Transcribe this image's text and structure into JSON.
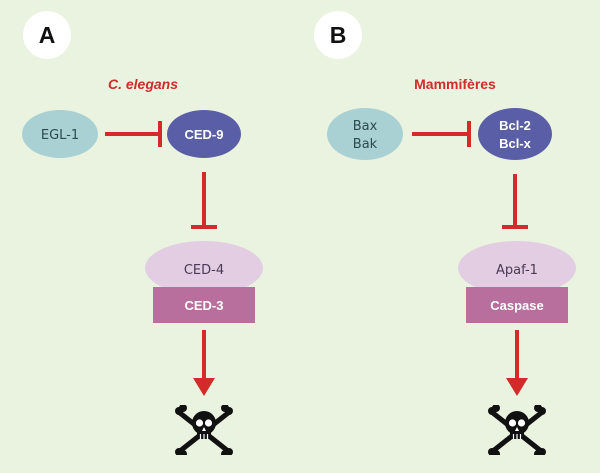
{
  "panels": [
    {
      "letter": "A",
      "organism": "C. elegans",
      "inhibitor": [
        "EGL-1"
      ],
      "regulator": [
        "CED-9"
      ],
      "adaptor": "CED-4",
      "effector": "CED-3"
    },
    {
      "letter": "B",
      "organism": "Mammifères",
      "inhibitor": [
        "Bax",
        "Bak"
      ],
      "regulator": [
        "Bcl-2",
        "Bcl-x"
      ],
      "adaptor": "Apaf-1",
      "effector": "Caspase"
    }
  ],
  "colors": {
    "background": "#eaf3e0",
    "inhibitor_fill": "#a9d0d3",
    "regulator_fill": "#5a5ea6",
    "adaptor_fill": "#e3cde3",
    "effector_fill": "#b86f9d",
    "arrow": "#d32a2a",
    "title": "#d32a2a"
  },
  "icons": {
    "death": "skull-and-crossbones-icon"
  }
}
